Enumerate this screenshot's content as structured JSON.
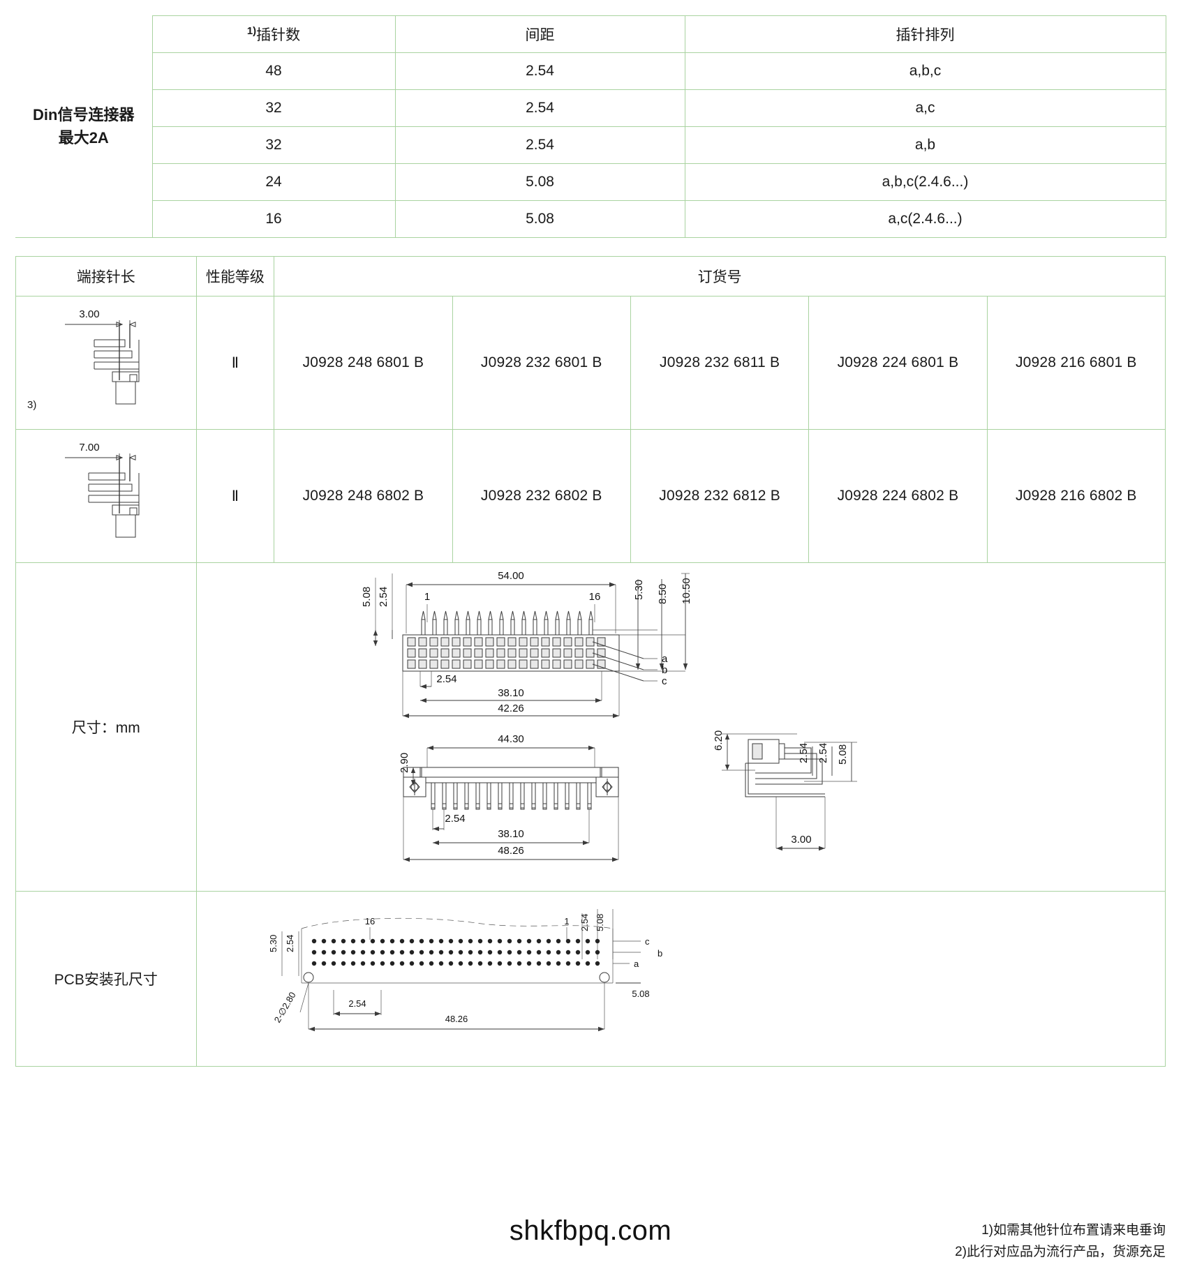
{
  "specs_table": {
    "product_label": "Din信号连接器\n最大2A",
    "headers": {
      "pin_count": "插针数",
      "pin_count_sup": "1)",
      "pitch": "间距",
      "arrangement": "插针排列"
    },
    "rows": [
      {
        "pin_count": "48",
        "pitch": "2.54",
        "arrangement": "a,b,c"
      },
      {
        "pin_count": "32",
        "pitch": "2.54",
        "arrangement": "a,c"
      },
      {
        "pin_count": "32",
        "pitch": "2.54",
        "arrangement": "a,b"
      },
      {
        "pin_count": "24",
        "pitch": "5.08",
        "arrangement": "a,b,c(2.4.6...)"
      },
      {
        "pin_count": "16",
        "pitch": "5.08",
        "arrangement": "a,c(2.4.6...)"
      }
    ]
  },
  "order_table": {
    "headers": {
      "termination_length": "端接针长",
      "performance_grade": "性能等级",
      "order_number": "订货号"
    },
    "rows": [
      {
        "pin_dimension": "3.00",
        "note_marker": "3)",
        "grade": "Ⅱ",
        "order_numbers": [
          "J0928 248 6801 B",
          "J0928 232 6801 B",
          "J0928 232 6811 B",
          "J0928 224 6801 B",
          "J0928 216 6801 B"
        ],
        "bold": true
      },
      {
        "pin_dimension": "7.00",
        "note_marker": "",
        "grade": "Ⅱ",
        "order_numbers": [
          "J0928 248 6802 B",
          "J0928 232 6802 B",
          "J0928 232 6812 B",
          "J0928 224 6802 B",
          "J0928 216 6802 B"
        ],
        "bold": false
      }
    ]
  },
  "drawing_rows": [
    {
      "label": "尺寸：mm"
    },
    {
      "label": "PCB安装孔尺寸"
    }
  ],
  "dimensions_drawing": {
    "front_view": {
      "overall_length": "54.00",
      "pin_first": "1",
      "pin_last": "16",
      "pitch_vertical_1": "5.08",
      "pitch_vertical_2": "2.54",
      "edge_to_pin": "5.30",
      "height_to_row": "8.50",
      "total_height": "10.50",
      "pin_pitch": "2.54",
      "pin_span": "38.10",
      "mount_span": "42.26",
      "row_a": "a",
      "row_b": "b",
      "row_c": "c"
    },
    "bottom_view": {
      "body_width": "44.30",
      "flange_thickness": "2.90",
      "pin_pitch": "2.54",
      "pin_span": "38.10",
      "overall_width": "48.26"
    },
    "side_view": {
      "height": "6.20",
      "pitch_1": "2.54",
      "pitch_2": "2.54",
      "pitch_3": "5.08",
      "tail_length": "3.00"
    }
  },
  "pcb_drawing": {
    "edge_margin": "5.30",
    "pitch_v": "2.54",
    "pin_first": "1",
    "pin_last": "16",
    "pitch_top_1": "2.54",
    "pitch_top_2": "5.08",
    "hole_spec": "2-∅2.80",
    "pitch_h": "2.54",
    "span": "48.26",
    "right_span": "5.08",
    "row_a": "a",
    "row_b": "b",
    "row_c": "c"
  },
  "footer": {
    "site_url": "shkfbpq.com",
    "notes": [
      "1)如需其他针位布置请来电垂询",
      "2)此行对应品为流行产品，货源充足"
    ]
  },
  "colors": {
    "header_green": "#d5ead0",
    "border_green": "#a9d3a0",
    "text": "#1a1a1a"
  }
}
